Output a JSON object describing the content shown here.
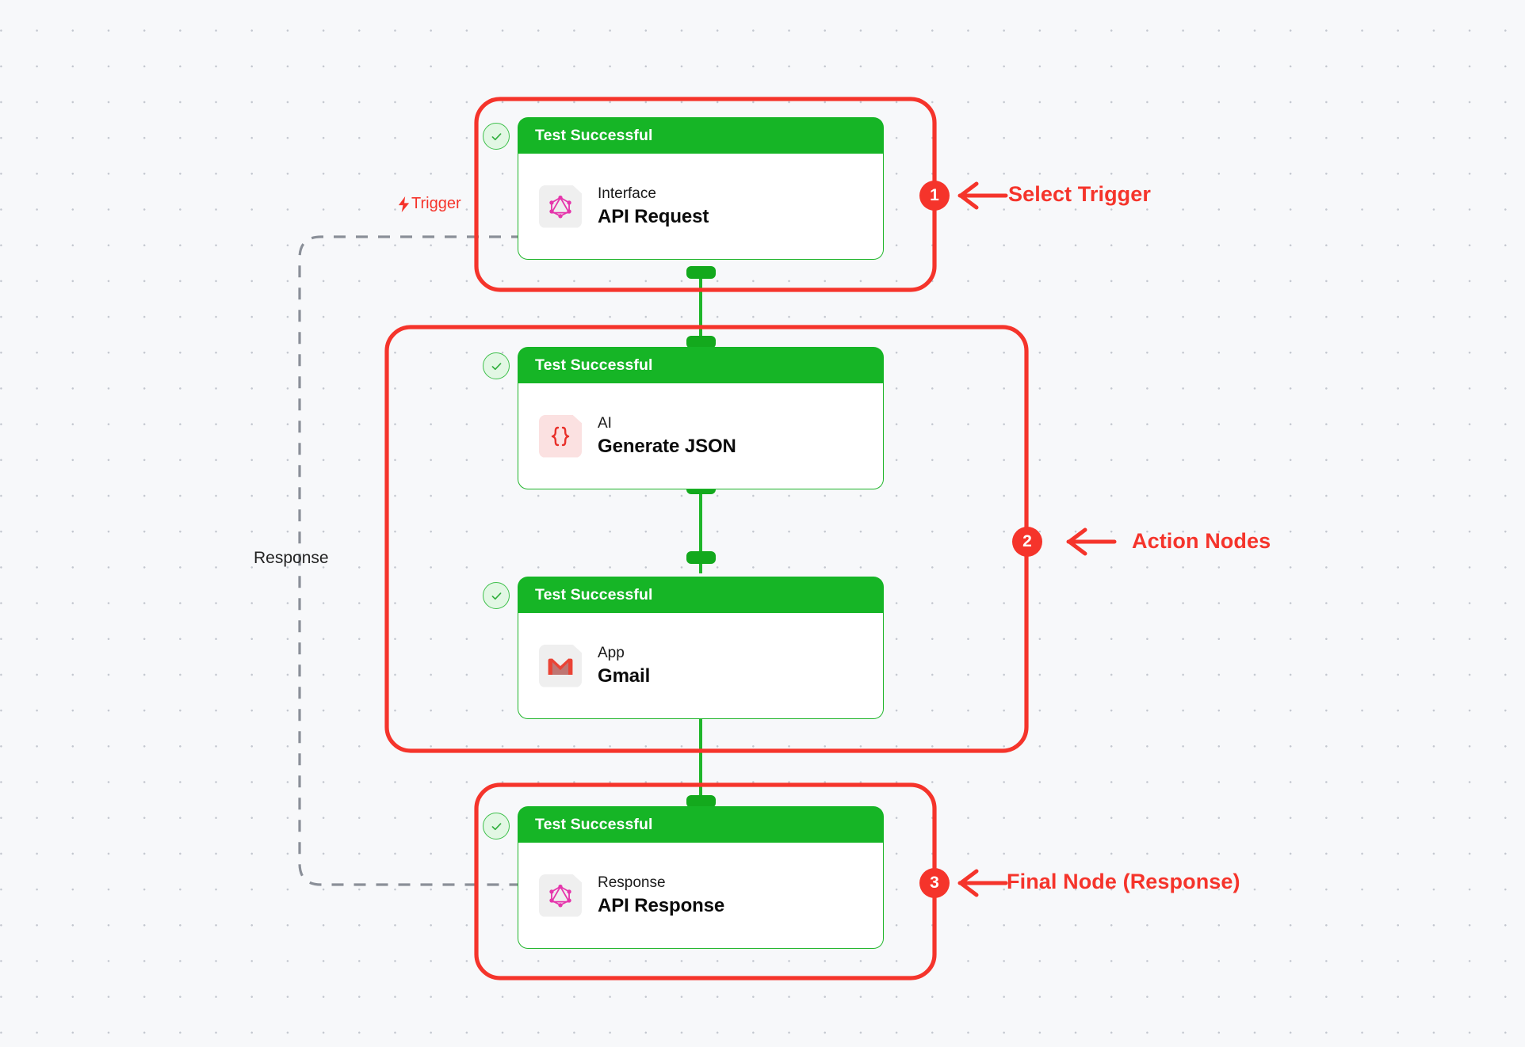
{
  "canvas": {
    "background": "#f7f8fa",
    "dot_color": "#c3c7cf"
  },
  "theme": {
    "success_green": "#1fb52a",
    "header_green": "#16b526",
    "annotation_red": "#f5342b",
    "trigger_red": "#f5342b",
    "graphql_pink": "#e535ab",
    "json_red": "#e8302a",
    "gmail_red": "#ea4335",
    "check_badge_fill": "#e2f7e4",
    "check_badge_border": "#3fc04c",
    "dashed_line": "#8a8f98"
  },
  "nodes": [
    {
      "id": "api-request",
      "status_label": "Test Successful",
      "kind": "Interface",
      "title": "API Request",
      "icon": "graphql-icon"
    },
    {
      "id": "generate-json",
      "status_label": "Test Successful",
      "kind": "AI",
      "title": "Generate JSON",
      "icon": "json-braces-icon"
    },
    {
      "id": "gmail",
      "status_label": "Test Successful",
      "kind": "App",
      "title": "Gmail",
      "icon": "gmail-icon"
    },
    {
      "id": "api-response",
      "status_label": "Test Successful",
      "kind": "Response",
      "title": "API Response",
      "icon": "graphql-icon"
    }
  ],
  "edge_labels": {
    "trigger": "Trigger",
    "response": "Response"
  },
  "annotations": [
    {
      "number": "1",
      "label": "Select Trigger"
    },
    {
      "number": "2",
      "label": "Action Nodes"
    },
    {
      "number": "3",
      "label": "Final Node (Response)"
    }
  ]
}
